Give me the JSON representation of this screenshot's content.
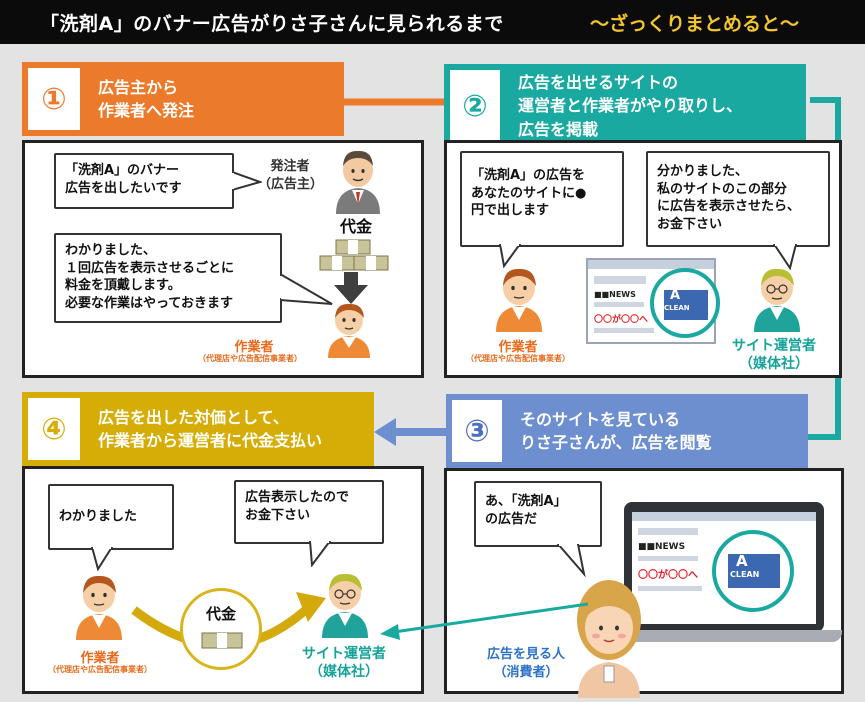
{
  "title": {
    "main": "「洗剤A」のバナー広告がりさ子さんに見られるまで",
    "sub": "〜ざっくりまとめると〜"
  },
  "steps": [
    {
      "num": "①",
      "line1": "広告主から",
      "line2": "作業者へ発注",
      "line3": ""
    },
    {
      "num": "②",
      "line1": "広告を出せるサイトの",
      "line2": "運営者と作業者がやり取りし、",
      "line3": "広告を掲載"
    },
    {
      "num": "③",
      "line1": "そのサイトを見ている",
      "line2": "りさ子さんが、広告を閲覧",
      "line3": ""
    },
    {
      "num": "④",
      "line1": "広告を出した対価として、",
      "line2": "作業者から運営者に代金支払い",
      "line3": ""
    }
  ],
  "panel1": {
    "bubble_top": [
      "「洗剤A」のバナー",
      "広告を出したいです"
    ],
    "advertiser": [
      "発注者",
      "（広告主）"
    ],
    "money_label": "代金",
    "bubble_bottom": [
      "わかりました、",
      "１回広告を表示させるごとに",
      "料金を頂戴します。",
      "必要な作業はやっておきます"
    ],
    "worker": "作業者",
    "worker_sub": "（代理店や広告配信事業者）"
  },
  "panel2": {
    "bubble_left": [
      "「洗剤A」の広告を",
      "あなたのサイトに●",
      "円で出します"
    ],
    "bubble_right": [
      "分かりました、",
      "私のサイトのこの部分",
      "に広告を表示させたら、",
      "お金下さい"
    ],
    "worker": "作業者",
    "worker_sub": "（代理店や広告配信事業者）",
    "site": [
      "サイト運営者",
      "（媒体社）"
    ],
    "news": "■■NEWS",
    "headline": "〇〇が〇〇へ",
    "ad_text": [
      "A",
      "CLEAN"
    ]
  },
  "panel3": {
    "bubble": [
      "あ、「洗剤A」",
      "の広告だ"
    ],
    "viewer": [
      "広告を見る人",
      "（消費者）"
    ],
    "news": "■■NEWS",
    "headline": "〇〇が〇〇へ",
    "ad_text": [
      "A",
      "CLEAN"
    ]
  },
  "panel4": {
    "bubble_left": "わかりました",
    "bubble_right": [
      "広告表示したので",
      "お金下さい"
    ],
    "money_label": "代金",
    "worker": "作業者",
    "worker_sub": "（代理店や広告配信事業者）",
    "site": [
      "サイト運営者",
      "（媒体社）"
    ]
  },
  "colors": {
    "step1": "#ec7a2b",
    "step2": "#1aa9a0",
    "step3": "#6d8fd0",
    "step4": "#d6ad07",
    "dark": "#0b0b0b"
  }
}
